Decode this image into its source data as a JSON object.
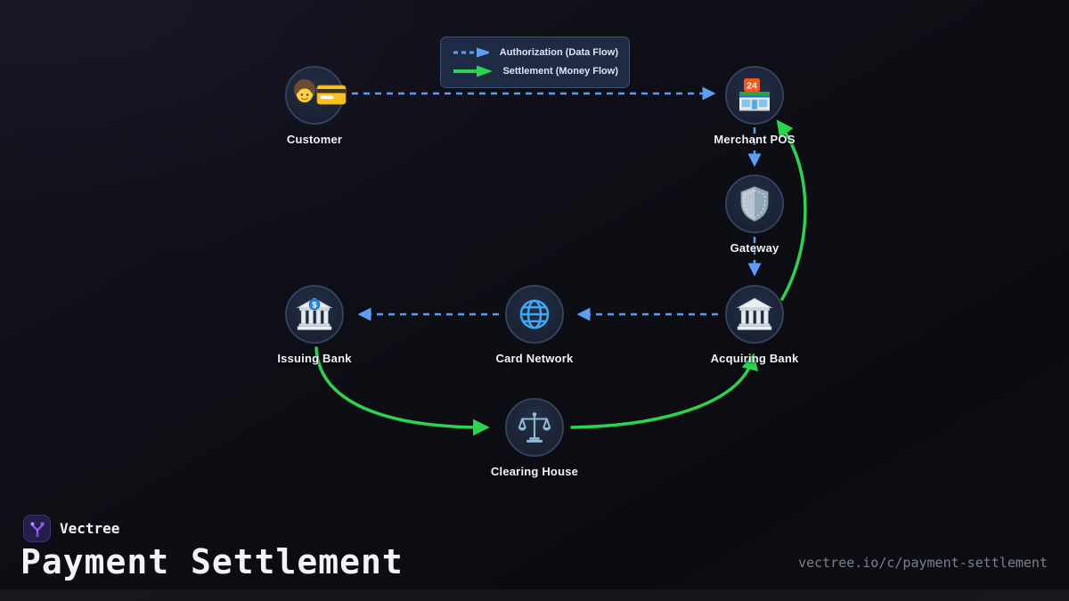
{
  "meta": {
    "brand": "Vectree",
    "title": "Payment Settlement",
    "watermark": "vectree.io/c/payment-settlement"
  },
  "legend": {
    "authorization_label": "Authorization (Data Flow)",
    "settlement_label": "Settlement (Money Flow)"
  },
  "nodes": {
    "customer": {
      "label": "Customer",
      "icon": "person-with-card-icon"
    },
    "merchant_pos": {
      "label": "Merchant POS",
      "icon": "convenience-store-icon",
      "sign_text": "24"
    },
    "gateway": {
      "label": "Gateway",
      "icon": "shield-icon"
    },
    "acquiring_bank": {
      "label": "Acquiring Bank",
      "icon": "bank-icon"
    },
    "card_network": {
      "label": "Card Network",
      "icon": "globe-icon"
    },
    "issuing_bank": {
      "label": "Issuing Bank",
      "icon": "bank-dollar-icon",
      "dollar_text": "$"
    },
    "clearing_house": {
      "label": "Clearing House",
      "icon": "balance-scale-icon"
    }
  },
  "edges": [
    {
      "from": "Customer",
      "to": "Merchant POS",
      "flow": "authorization",
      "style": "dashed"
    },
    {
      "from": "Merchant POS",
      "to": "Gateway",
      "flow": "authorization",
      "style": "dashed"
    },
    {
      "from": "Gateway",
      "to": "Acquiring Bank",
      "flow": "authorization",
      "style": "dashed"
    },
    {
      "from": "Acquiring Bank",
      "to": "Card Network",
      "flow": "authorization",
      "style": "dashed"
    },
    {
      "from": "Card Network",
      "to": "Issuing Bank",
      "flow": "authorization",
      "style": "dashed"
    },
    {
      "from": "Issuing Bank",
      "to": "Clearing House",
      "flow": "settlement",
      "style": "solid"
    },
    {
      "from": "Clearing House",
      "to": "Acquiring Bank",
      "flow": "settlement",
      "style": "solid"
    },
    {
      "from": "Acquiring Bank",
      "to": "Merchant POS",
      "flow": "settlement",
      "style": "solid"
    }
  ],
  "colors": {
    "authorization": "#5b9ef5",
    "settlement": "#2ad44e",
    "node_fill": "#1b2335",
    "node_border": "#31425f",
    "legend_bg": "#1f2a45",
    "legend_border": "#3e5073",
    "background": "#0e0e15",
    "title_text": "#f4f4f6",
    "watermark_text": "#79818f"
  }
}
